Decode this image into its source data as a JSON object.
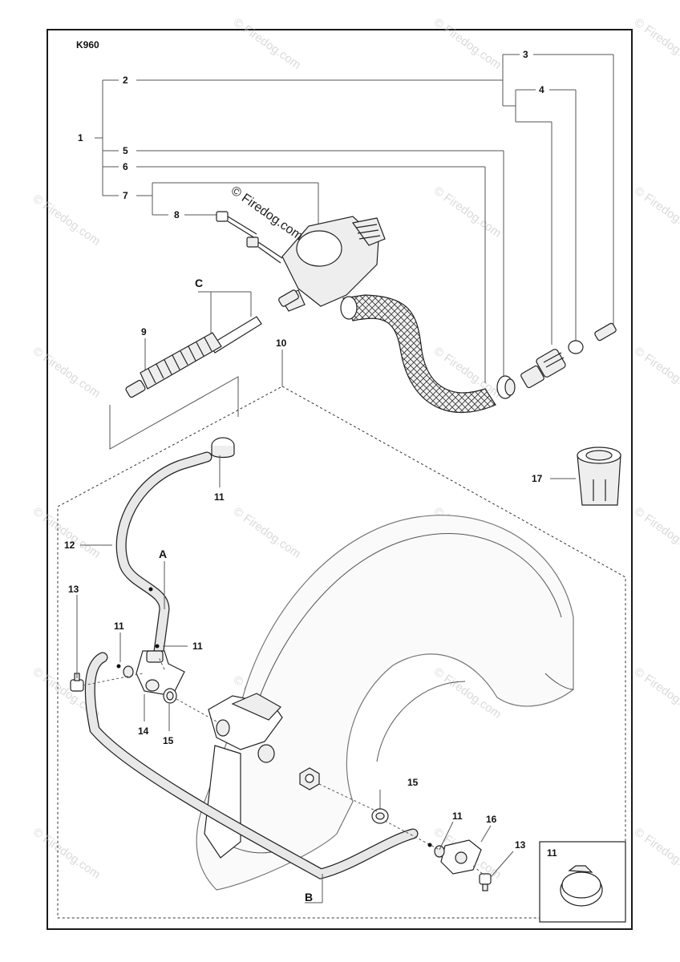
{
  "model": "K960",
  "watermark": "© Firedog.com",
  "callouts": {
    "c1": "1",
    "c2": "2",
    "c3": "3",
    "c4": "4",
    "c5": "5",
    "c6": "6",
    "c7": "7",
    "c8": "8",
    "c9": "9",
    "c10": "10",
    "c11a": "11",
    "c11b": "11",
    "c11c": "11",
    "c11d": "11",
    "c11inset": "11",
    "c12": "12",
    "c13a": "13",
    "c13b": "13",
    "c14": "14",
    "c15a": "15",
    "c15b": "15",
    "c16": "16",
    "c17": "17"
  },
  "letters": {
    "a": "A",
    "b": "B",
    "c": "C"
  }
}
